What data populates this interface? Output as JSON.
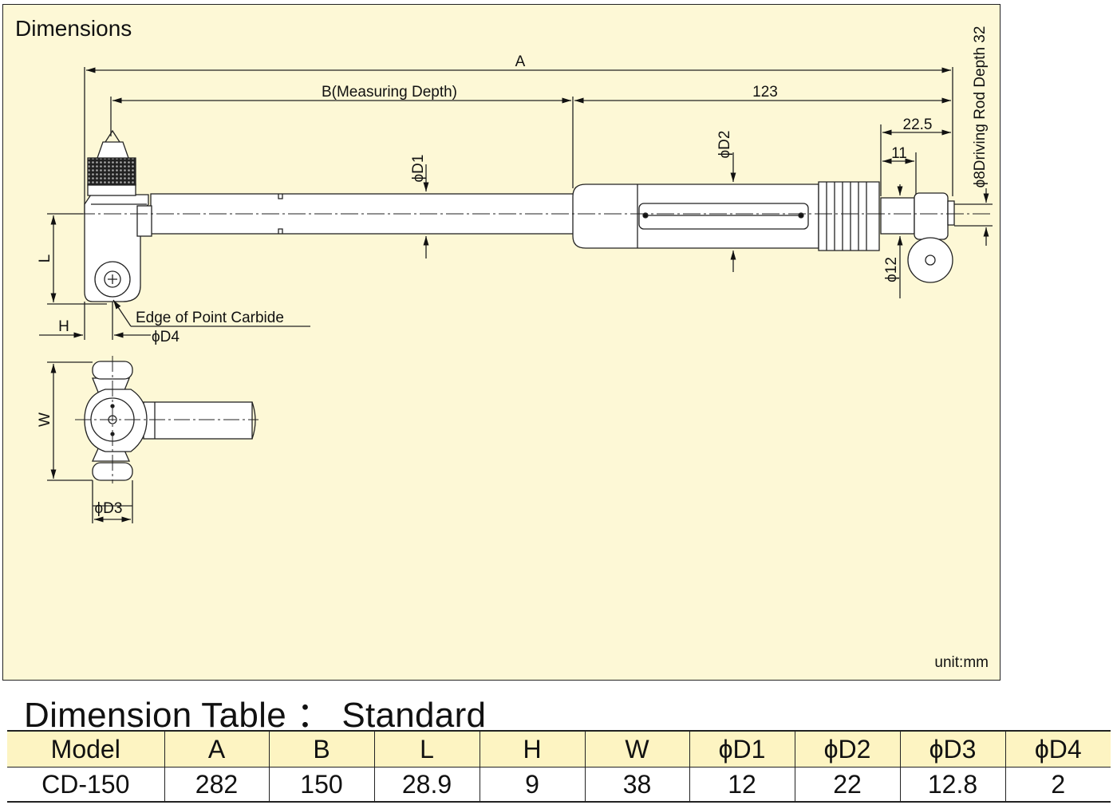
{
  "panel": {
    "title": "Dimensions",
    "unit_note": "unit:mm"
  },
  "drawing": {
    "dim_A": "A",
    "dim_B": "B(Measuring Depth)",
    "dim_123": "123",
    "dim_22_5": "22.5",
    "dim_11": "11",
    "dim_phiD1": "ϕD1",
    "dim_phiD2": "ϕD2",
    "dim_phi12": "ϕ12",
    "dim_driving_rod": "ϕ8Driving Rod Depth 32",
    "dim_L": "L",
    "dim_H": "H",
    "callout_edge": "Edge of Point Carbide",
    "dim_phiD4": "ϕD4",
    "dim_W": "W",
    "dim_phiD3": "ϕD3"
  },
  "table": {
    "title": "Dimension Table ： Standard",
    "headers": [
      "Model",
      "A",
      "B",
      "L",
      "H",
      "W",
      "ϕD1",
      "ϕD2",
      "ϕD3",
      "ϕD4"
    ],
    "rows": [
      [
        "CD-150",
        "282",
        "150",
        "28.9",
        "9",
        "38",
        "12",
        "22",
        "12.8",
        "2"
      ]
    ]
  },
  "colors": {
    "panel_background": "#fdf8d6",
    "table_header_background": "#fdf4c2"
  }
}
